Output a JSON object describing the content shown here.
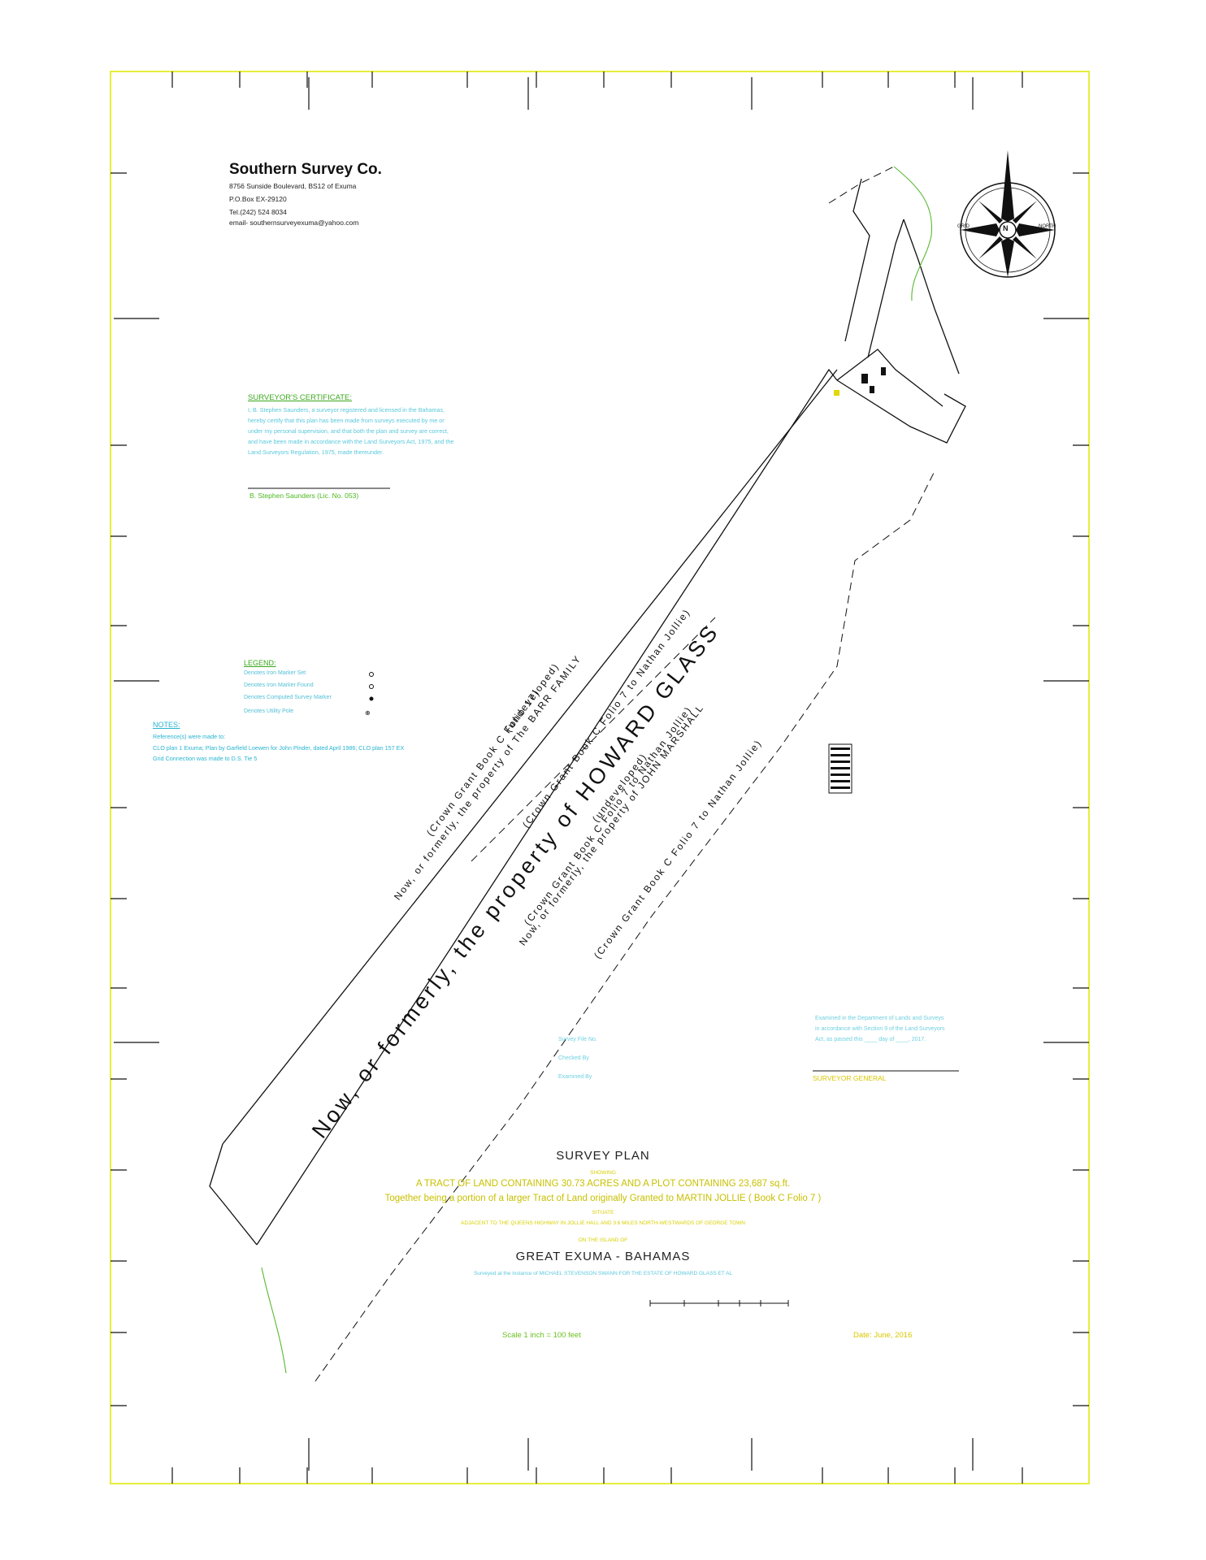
{
  "company": {
    "name": "Southern Survey Co.",
    "address": "8756 Sunside Boulevard, BS12 of Exuma",
    "po_box": "P.O.Box EX-29120",
    "tel": "Tel.(242) 524 8034",
    "email": "email- southernsurveyexuma@yahoo.com"
  },
  "certificate": {
    "title": "SURVEYOR'S CERTIFICATE:",
    "body": "I, B. Stephen Saunders, a surveyor registered and licensed in the Bahamas, hereby certify that this plan has been made from surveys executed by me or under my personal supervision, and that both the plan and survey are correct, and have been made in accordance with the Land Surveyors Act, 1975, and the Land Surveyors Regulation, 1975, made thereunder.",
    "signature": "B. Stephen Saunders (Lic. No. 053)"
  },
  "legend": {
    "title": "LEGEND:",
    "items": [
      "Denotes Iron Marker Set",
      "Denotes Iron Marker Found",
      "Denotes Computed Survey Marker",
      "Denotes Utility Pole"
    ]
  },
  "notes": {
    "title": "NOTES:",
    "lines": [
      "Reference(s) were made to:",
      "CLO plan 1 Exuma; Plan by Garfield Loewen for John Pinder, dated April 1986; CLO plan 157 EX",
      "Grid Connection was made to D.S. Tie 5"
    ]
  },
  "office_use": {
    "file_no_label": "Survey File No.",
    "checked_label": "Checked By",
    "examined_label": "Examined By"
  },
  "approval": {
    "lines": [
      "Examined in the Department of Lands and Surveys",
      "in accordance with Section 9 of the Land Surveyors",
      "Act, as passed this ____ day of ____, 2017."
    ],
    "surveyor_general": "SURVEYOR GENERAL"
  },
  "title_block": {
    "title": "SURVEY PLAN",
    "showing": "SHOWING",
    "tract": "A TRACT OF LAND CONTAINING 30.73 ACRES AND A PLOT CONTAINING 23,687 sq.ft.",
    "together": "Together being a portion of a larger Tract of Land originally Granted to MARTIN JOLLIE ( Book C Folio 7 )",
    "situated": "SITUATE",
    "relation": "ADJACENT TO THE QUEENS HIGHWAY IN JOLLIE HALL AND 3.6 MILES NORTH-WESTWARDS OF GEORGE TOWN",
    "island_prefix": "ON THE ISLAND OF",
    "place": "GREAT EXUMA  -  BAHAMAS",
    "surveyed_for": "Surveyed at the instance of MICHAEL STEVENSON SWANN FOR THE ESTATE OF HOWARD GLASS ET AL",
    "scale": "Scale 1 inch = 100 feet",
    "date": "Date: June, 2016"
  },
  "map_labels": {
    "howard_glass": "Now, or formerly, the property of HOWARD GLASS",
    "grant_c17": "(Crown Grant Book C Folio 17)",
    "barr_family": "Now, or formerly, the property of The BARR FAMILY",
    "undeveloped": "(undeveloped)",
    "grant_c7_nathan": "(Crown Grant Book C Folio 7 to Nathan Jollie)",
    "john_marshall": "Now, or formerly, the property of JOHN MARSHALL",
    "compass_grid": "GRID",
    "compass_north": "NORTH",
    "compass_n": "N"
  },
  "colors": {
    "border": "#e6ee3a",
    "line": "#111111",
    "green": "#3aa81c",
    "cyan": "#58c8dc",
    "yellow": "#d8d000"
  }
}
